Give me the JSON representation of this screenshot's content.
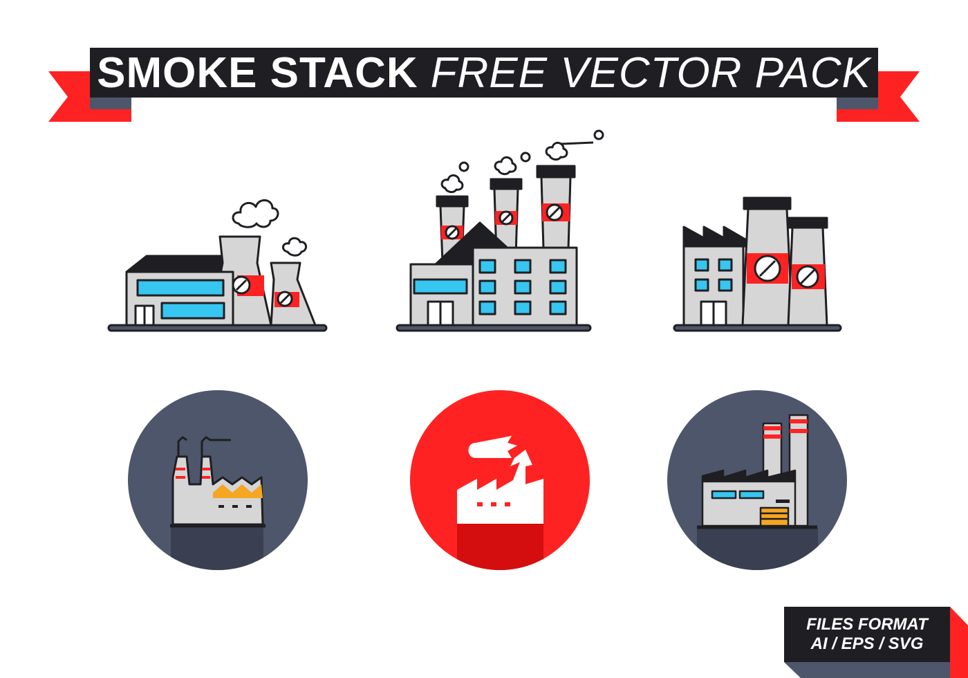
{
  "banner": {
    "title_bold": "SMOKE STACK",
    "title_light": "FREE VECTOR PACK"
  },
  "files_format": {
    "line1": "FILES FORMAT",
    "line2": "AI / EPS / SVG"
  },
  "colors": {
    "dark": "#1f1f23",
    "red": "#ff2222",
    "dark_red": "#d40e0e",
    "slate": "#4e566b",
    "slate_dark": "#3a4052",
    "grey": "#d6d6d6",
    "grey_shadow": "#a9a9a9",
    "window": "#36c6f0",
    "orange": "#f5a623"
  },
  "icons": [
    {
      "name": "factory-cooling-towers-icon"
    },
    {
      "name": "factory-three-smokestacks-icon"
    },
    {
      "name": "factory-twin-stacks-icon"
    },
    {
      "name": "factory-circle-slate-icon"
    },
    {
      "name": "factory-circle-red-icon"
    },
    {
      "name": "factory-circle-industrial-icon"
    }
  ]
}
